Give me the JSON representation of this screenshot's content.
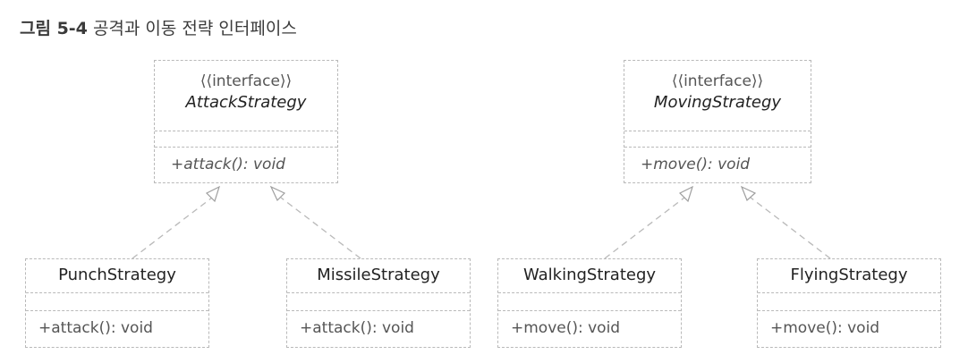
{
  "caption": {
    "figure": "그림 5-4",
    "title": "공격과 이동 전략 인터페이스"
  },
  "interfaces": [
    {
      "stereotype": "⟨⟨interface⟩⟩",
      "name": "AttackStrategy",
      "operation": "+attack(): void"
    },
    {
      "stereotype": "⟨⟨interface⟩⟩",
      "name": "MovingStrategy",
      "operation": "+move(): void"
    }
  ],
  "classes": [
    {
      "name": "PunchStrategy",
      "operation": "+attack(): void"
    },
    {
      "name": "MissileStrategy",
      "operation": "+attack(): void"
    },
    {
      "name": "WalkingStrategy",
      "operation": "+move(): void"
    },
    {
      "name": "FlyingStrategy",
      "operation": "+move(): void"
    }
  ],
  "relations": [
    {
      "from": "PunchStrategy",
      "to": "AttackStrategy",
      "type": "realization"
    },
    {
      "from": "MissileStrategy",
      "to": "AttackStrategy",
      "type": "realization"
    },
    {
      "from": "WalkingStrategy",
      "to": "MovingStrategy",
      "type": "realization"
    },
    {
      "from": "FlyingStrategy",
      "to": "MovingStrategy",
      "type": "realization"
    }
  ]
}
